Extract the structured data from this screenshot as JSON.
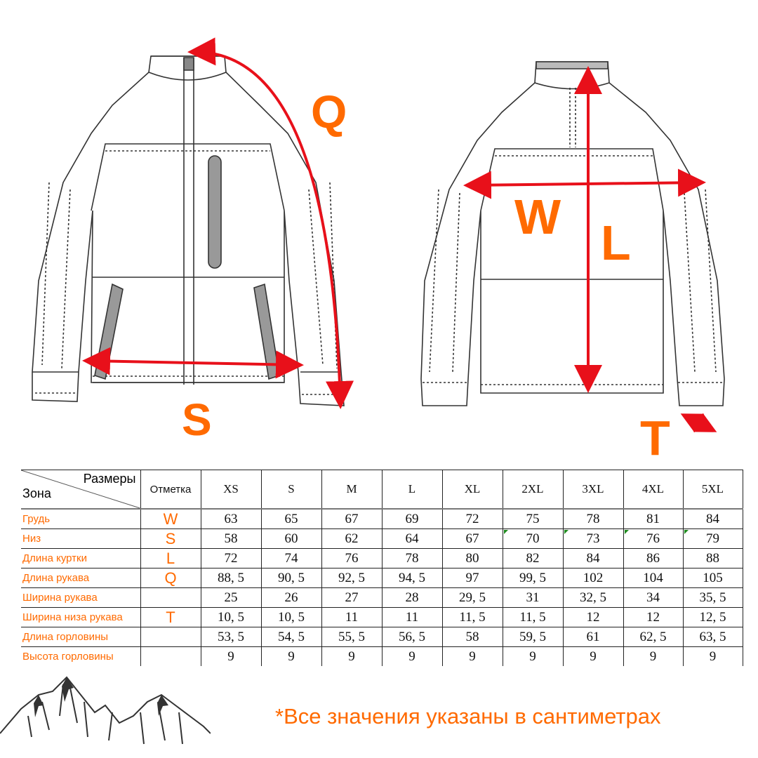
{
  "labels": {
    "q": "Q",
    "s": "S",
    "w": "W",
    "l": "L",
    "t": "T"
  },
  "table": {
    "header_sizes": "Размеры",
    "header_zone": "Зона",
    "header_mark": "Отметка",
    "sizes": [
      "XS",
      "S",
      "M",
      "L",
      "XL",
      "2XL",
      "3XL",
      "4XL",
      "5XL"
    ],
    "rows": [
      {
        "zone": "Грудь",
        "mark": "W",
        "values": [
          "63",
          "65",
          "67",
          "69",
          "72",
          "75",
          "78",
          "81",
          "84"
        ]
      },
      {
        "zone": "Низ",
        "mark": "S",
        "values": [
          "58",
          "60",
          "62",
          "64",
          "67",
          "70",
          "73",
          "76",
          "79"
        ]
      },
      {
        "zone": "Длина куртки",
        "mark": "L",
        "values": [
          "72",
          "74",
          "76",
          "78",
          "80",
          "82",
          "84",
          "86",
          "88"
        ]
      },
      {
        "zone": "Длина рукава",
        "mark": "Q",
        "values": [
          "88, 5",
          "90, 5",
          "92, 5",
          "94, 5",
          "97",
          "99, 5",
          "102",
          "104",
          "105"
        ]
      },
      {
        "zone": "Ширина рукава",
        "mark": "",
        "values": [
          "25",
          "26",
          "27",
          "28",
          "29, 5",
          "31",
          "32, 5",
          "34",
          "35, 5"
        ]
      },
      {
        "zone": "Ширина низа рукава",
        "mark": "T",
        "values": [
          "10, 5",
          "10, 5",
          "11",
          "11",
          "11, 5",
          "11, 5",
          "12",
          "12",
          "12, 5"
        ]
      },
      {
        "zone": "Длина горловины",
        "mark": "",
        "values": [
          "53, 5",
          "54, 5",
          "55, 5",
          "56, 5",
          "58",
          "59, 5",
          "61",
          "62, 5",
          "63, 5"
        ]
      },
      {
        "zone": "Высота горловины",
        "mark": "",
        "values": [
          "9",
          "9",
          "9",
          "9",
          "9",
          "9",
          "9",
          "9",
          "9"
        ]
      }
    ]
  },
  "footnote": "*Все значения указаны в сантиметрах",
  "colors": {
    "accent": "#ff6a00",
    "arrow": "#e8101a",
    "line": "#222222"
  }
}
